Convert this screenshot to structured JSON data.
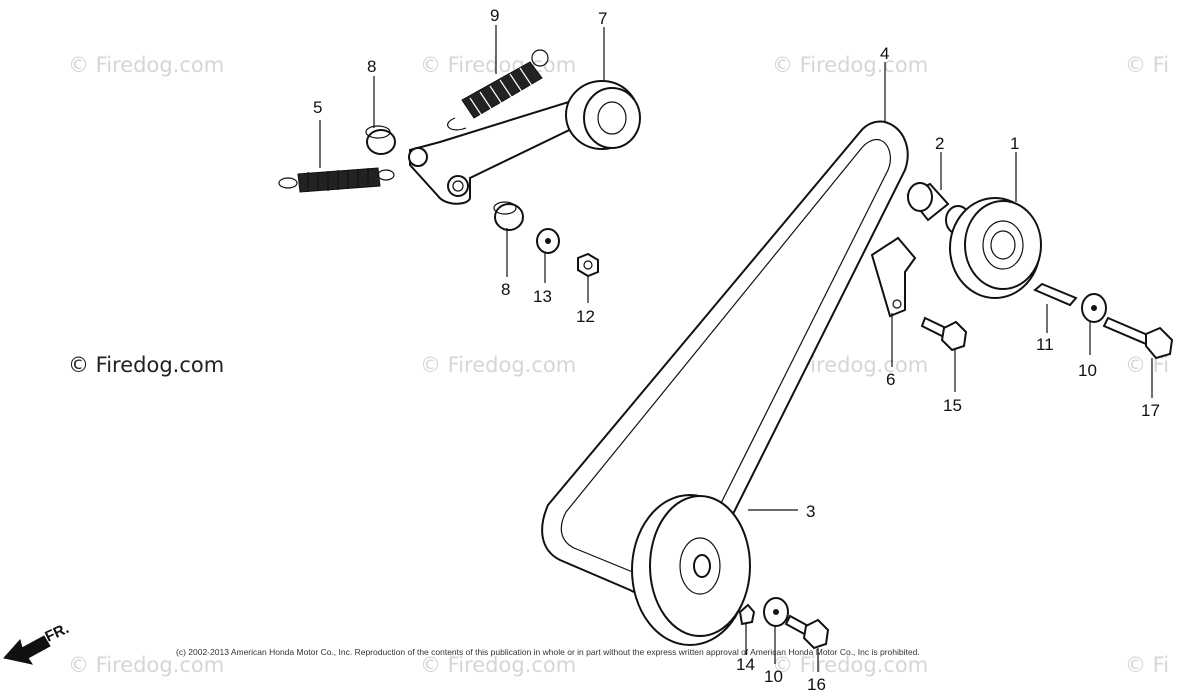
{
  "watermark": {
    "text": "© Firedog.com",
    "text_clipped": "© Fi"
  },
  "callouts": {
    "c1": "1",
    "c2": "2",
    "c3": "3",
    "c4": "4",
    "c5": "5",
    "c6": "6",
    "c7": "7",
    "c8a": "8",
    "c8b": "8",
    "c9": "9",
    "c10a": "10",
    "c10b": "10",
    "c11": "11",
    "c12": "12",
    "c13": "13",
    "c14": "14",
    "c15": "15",
    "c16": "16",
    "c17": "17"
  },
  "front_arrow": {
    "label": "FR."
  },
  "copyright": "(c) 2002-2013 American Honda Motor Co., Inc. Reproduction of the contents of this publication in whole or in part without the express written approval of American Honda Motor Co., Inc is prohibited."
}
